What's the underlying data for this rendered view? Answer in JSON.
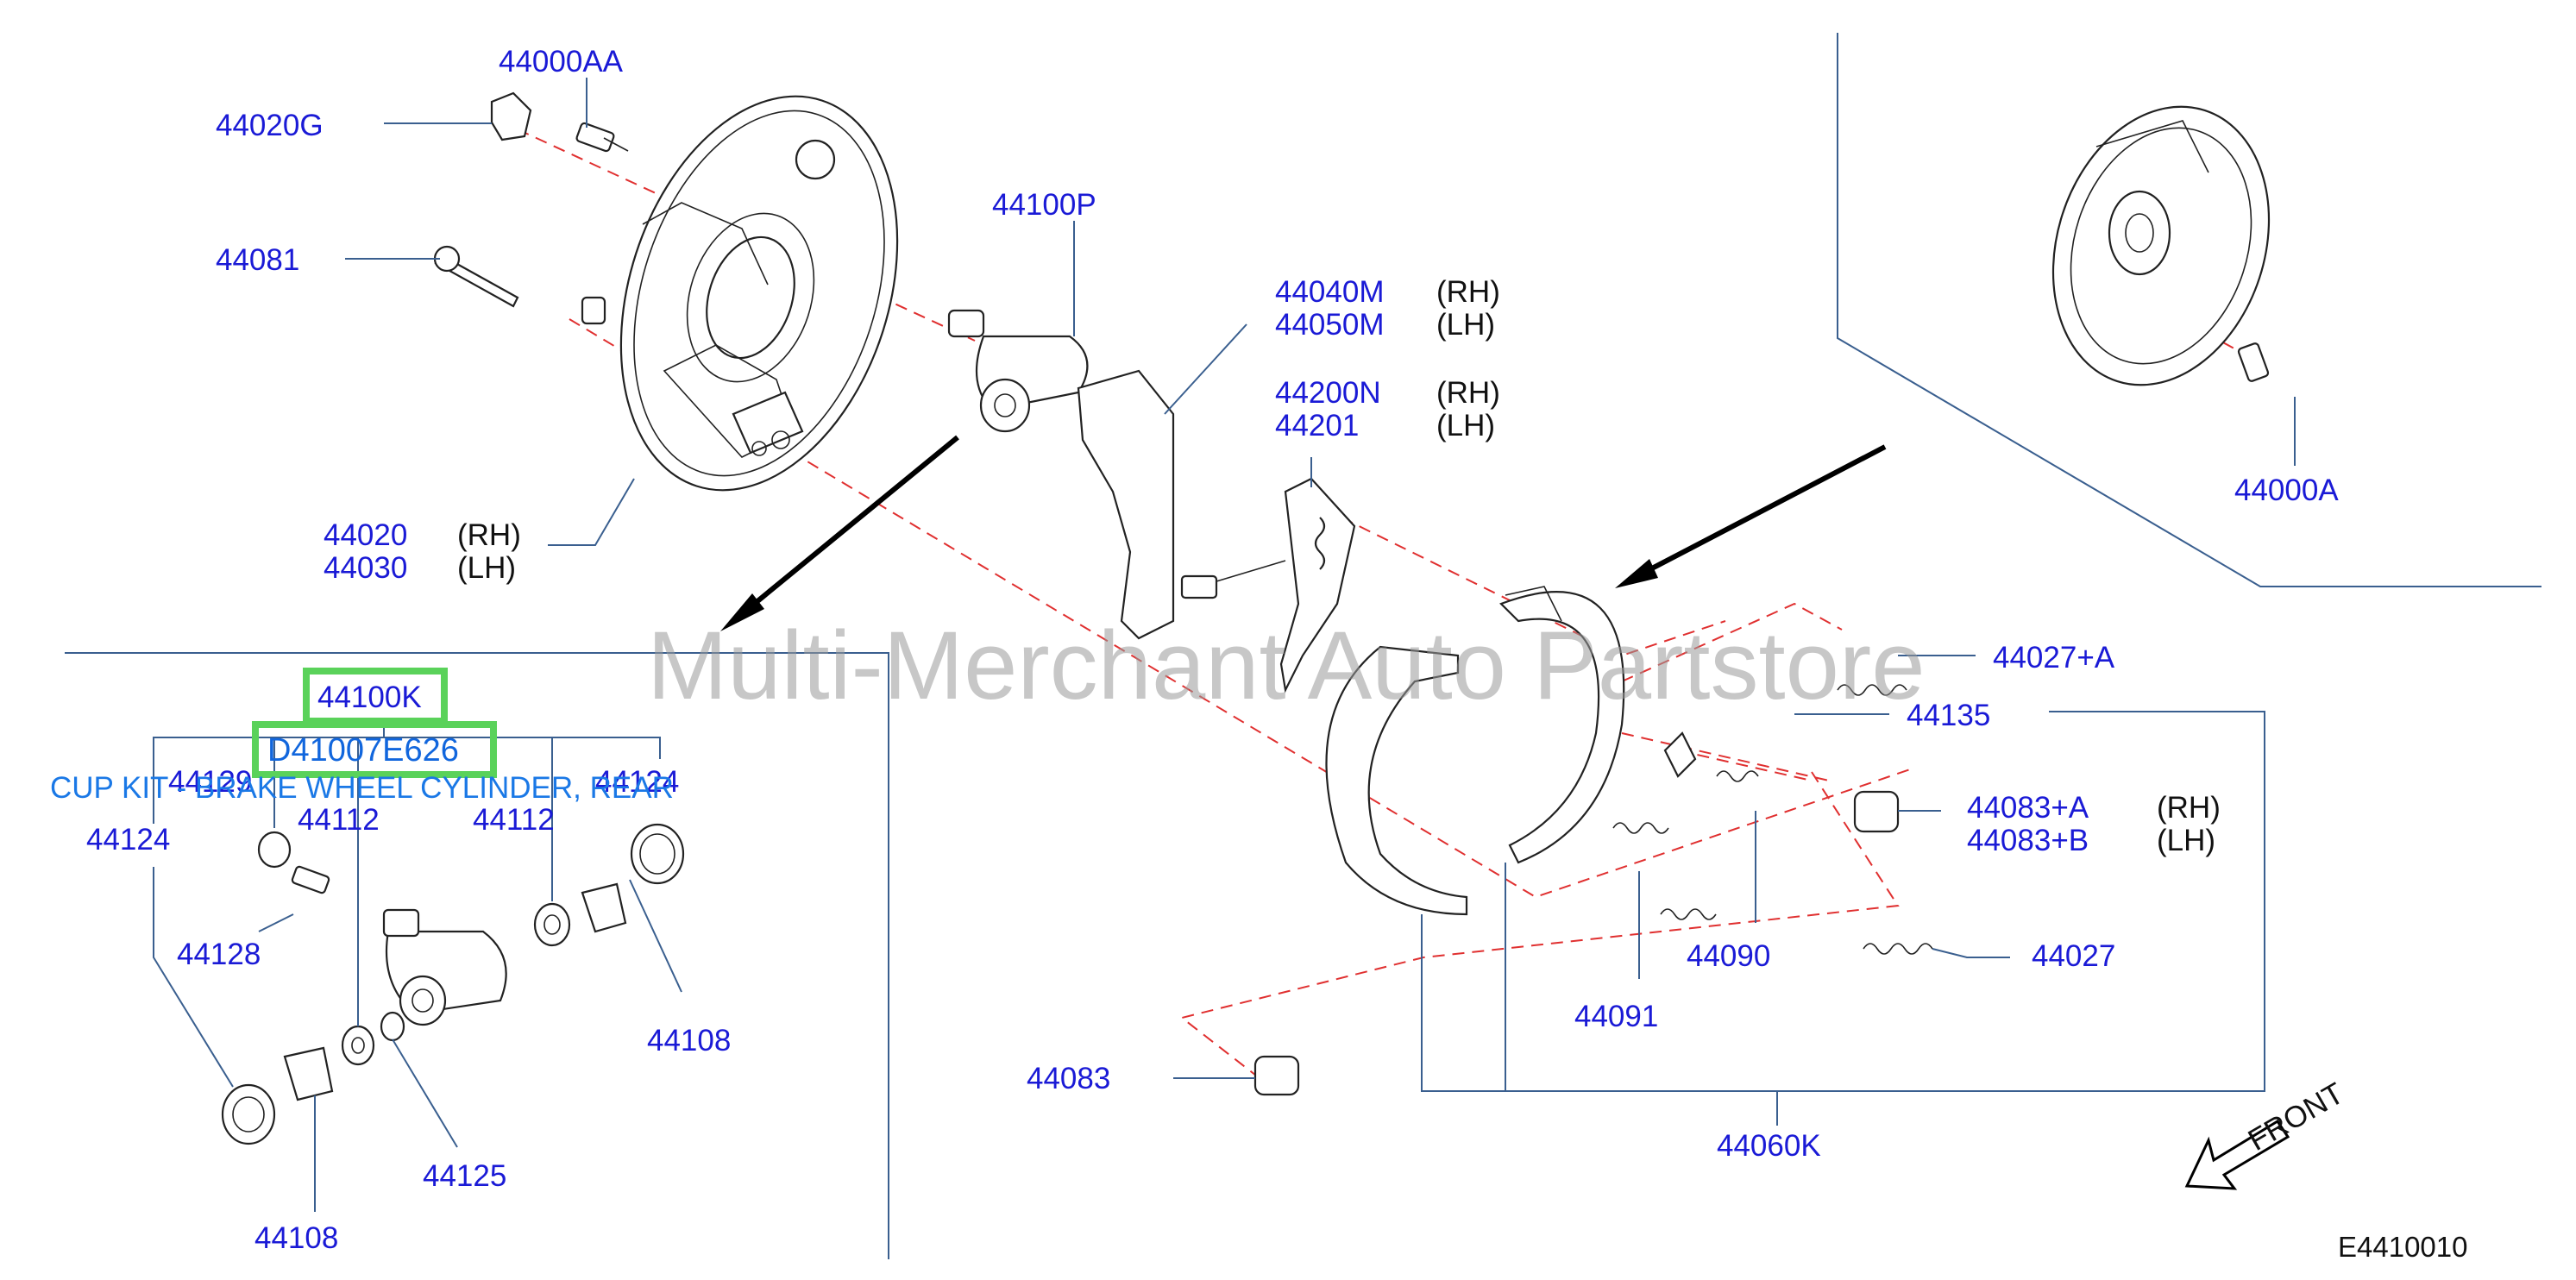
{
  "watermark": "Multi-Merchant Auto Partstore",
  "diagram_code": "E4410010",
  "front_label": "FRONT",
  "highlight": {
    "part_number": "44100K",
    "oem_number": "D41007E626",
    "description": "CUP KIT - BRAKE WHEEL CYLINDER, REAR"
  },
  "labels": {
    "p44000AA": "44000AA",
    "p44020G": "44020G",
    "p44081": "44081",
    "p44020": "44020",
    "p44030": "44030",
    "p44100P": "44100P",
    "p44040M": "44040M",
    "p44050M": "44050M",
    "p44200N": "44200N",
    "p44201": "44201",
    "p44000A": "44000A",
    "p44027A": "44027+A",
    "p44135": "44135",
    "p44083A": "44083+A",
    "p44083B": "44083+B",
    "p44090": "44090",
    "p44027": "44027",
    "p44091": "44091",
    "p44083": "44083",
    "p44060K": "44060K",
    "p44129": "44129",
    "p44124a": "44124",
    "p44124b": "44124",
    "p44112a": "44112",
    "p44112b": "44112",
    "p44128": "44128",
    "p44108a": "44108",
    "p44108b": "44108",
    "p44125": "44125",
    "rh1": "(RH)",
    "lh1": "(LH)",
    "rh2": "(RH)",
    "lh2": "(LH)",
    "rh3": "(RH)",
    "lh3": "(LH)",
    "rh4": "(RH)",
    "lh4": "(LH)"
  },
  "colors": {
    "label": "#1a1ad6",
    "highlight_box": "#5ad25a",
    "dash_line": "#e03030"
  }
}
